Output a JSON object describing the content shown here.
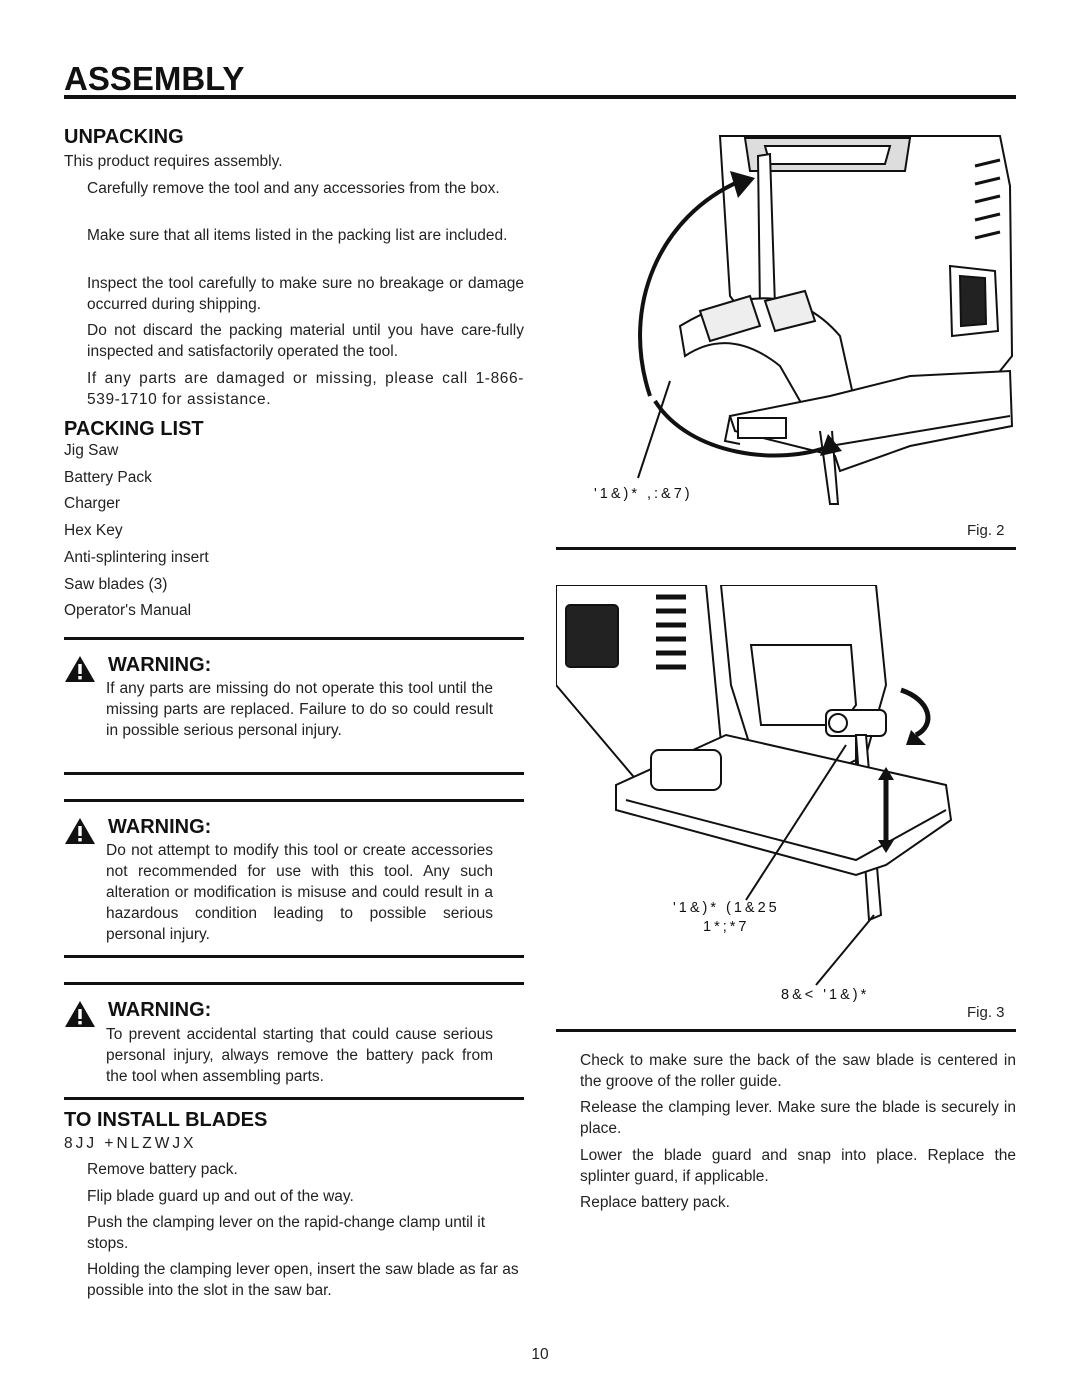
{
  "page": {
    "title": "ASSEMBLY",
    "page_number": "10"
  },
  "unpacking": {
    "heading": "UNPACKING",
    "intro": "This product requires assembly.",
    "steps": [
      "Carefully remove the tool and any accessories from the box.",
      "Make sure that all items listed in the packing list are included.",
      "Inspect the tool carefully to make sure no breakage or damage occurred during shipping.",
      "Do not discard the packing material until you have care-fully inspected and satisfactorily operated the tool.",
      "If any parts are damaged or missing, please call 1-866-539-1710 for assistance."
    ]
  },
  "packing_list": {
    "heading": "PACKING LIST",
    "items": [
      "Jig Saw",
      "Battery Pack",
      "Charger",
      "Hex Key",
      "Anti-splintering insert",
      "Saw blades (3)",
      "Operator's Manual"
    ]
  },
  "warnings": [
    {
      "label": "WARNING:",
      "text": "If any parts are missing do not operate this tool until the missing parts are replaced. Failure to do so could result in possible serious personal injury."
    },
    {
      "label": "WARNING:",
      "text": "Do not attempt to modify this tool or create accessories not recommended for use with this tool. Any such alteration or modification is misuse and could result in a hazardous condition leading to possible serious personal injury."
    },
    {
      "label": "WARNING:",
      "text": "To prevent accidental starting that could cause serious personal injury, always remove the battery pack from the tool when assembling parts."
    }
  ],
  "install_blades": {
    "heading": "TO INSTALL BLADES",
    "subheading": "8JJ +NLZWJX",
    "steps": [
      "Remove battery pack.",
      "Flip blade guard up and out of the way.",
      "Push the clamping lever on the rapid-change clamp until it stops.",
      "Holding the clamping lever open, insert the saw blade as far as possible into the slot in the saw bar."
    ],
    "steps_continued": [
      "Check to make sure the back of the saw blade is centered in the groove of the roller guide.",
      "Release the clamping lever. Make sure the blade is securely in place.",
      "Lower the blade guard and snap into place. Replace the splinter guard, if applicable.",
      "Replace battery pack."
    ]
  },
  "figures": {
    "fig2": {
      "label": "Fig. 2",
      "callout": "'1&)* ,:&7)"
    },
    "fig3": {
      "label": "Fig. 3",
      "callout_1": "'1&)* (1&25",
      "callout_2": "1*;*7",
      "callout_3": "8&< '1&)*"
    }
  },
  "colors": {
    "text": "#222222",
    "rule": "#111111"
  }
}
